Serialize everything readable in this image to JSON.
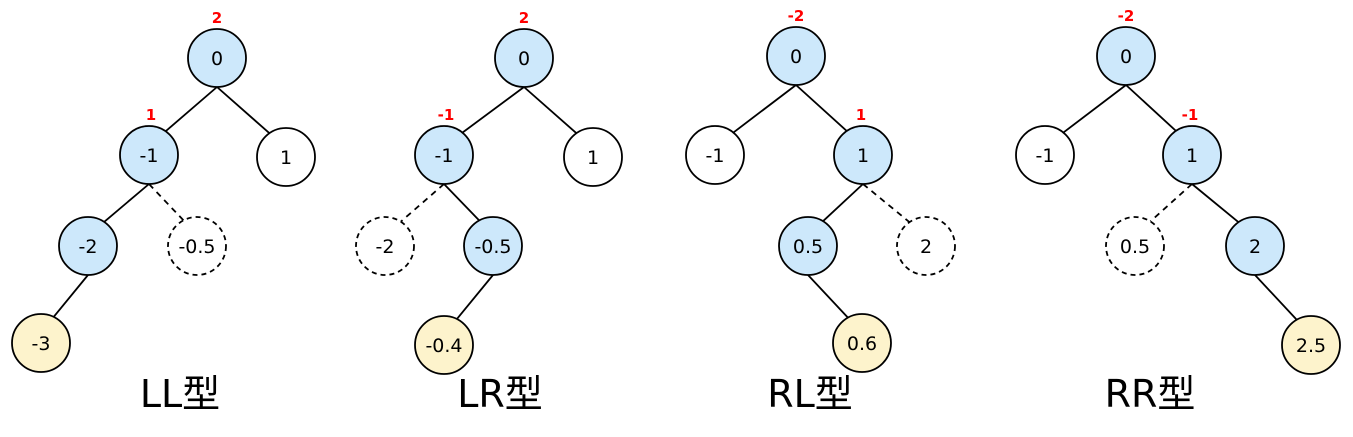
{
  "colors": {
    "blue_fill": "#cde8fb",
    "yellow_fill": "#fdf3cc",
    "white_fill": "#ffffff",
    "stroke": "#000000",
    "balance_factor": "#ff0000"
  },
  "diagrams": [
    {
      "title": "LL型",
      "nodes": [
        {
          "id": "root",
          "label": "0",
          "style": "blue",
          "balance_factor": "2"
        },
        {
          "id": "left",
          "label": "-1",
          "style": "blue",
          "balance_factor": "1"
        },
        {
          "id": "right",
          "label": "1",
          "style": "white"
        },
        {
          "id": "left-left",
          "label": "-2",
          "style": "blue"
        },
        {
          "id": "left-right",
          "label": "-0.5",
          "style": "dashed"
        },
        {
          "id": "inserted",
          "label": "-3",
          "style": "yellow"
        }
      ]
    },
    {
      "title": "LR型",
      "nodes": [
        {
          "id": "root",
          "label": "0",
          "style": "blue",
          "balance_factor": "2"
        },
        {
          "id": "left",
          "label": "-1",
          "style": "blue",
          "balance_factor": "-1"
        },
        {
          "id": "right",
          "label": "1",
          "style": "white"
        },
        {
          "id": "left-left",
          "label": "-2",
          "style": "dashed"
        },
        {
          "id": "left-right",
          "label": "-0.5",
          "style": "blue"
        },
        {
          "id": "inserted",
          "label": "-0.4",
          "style": "yellow"
        }
      ]
    },
    {
      "title": "RL型",
      "nodes": [
        {
          "id": "root",
          "label": "0",
          "style": "blue",
          "balance_factor": "-2"
        },
        {
          "id": "left",
          "label": "-1",
          "style": "white"
        },
        {
          "id": "right",
          "label": "1",
          "style": "blue",
          "balance_factor": "1"
        },
        {
          "id": "right-left",
          "label": "0.5",
          "style": "blue"
        },
        {
          "id": "right-right",
          "label": "2",
          "style": "dashed"
        },
        {
          "id": "inserted",
          "label": "0.6",
          "style": "yellow"
        }
      ]
    },
    {
      "title": "RR型",
      "nodes": [
        {
          "id": "root",
          "label": "0",
          "style": "blue",
          "balance_factor": "-2"
        },
        {
          "id": "left",
          "label": "-1",
          "style": "white"
        },
        {
          "id": "right",
          "label": "1",
          "style": "blue",
          "balance_factor": "-1"
        },
        {
          "id": "right-left",
          "label": "0.5",
          "style": "dashed"
        },
        {
          "id": "right-right",
          "label": "2",
          "style": "blue"
        },
        {
          "id": "inserted",
          "label": "2.5",
          "style": "yellow"
        }
      ]
    }
  ]
}
